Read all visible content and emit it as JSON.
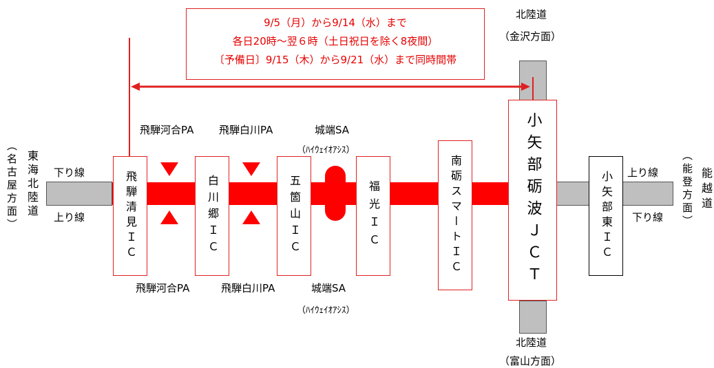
{
  "notice": {
    "line1": "9/5（月）から9/14（水）まで",
    "line2": "各日20時～翌６時（土日祝日を除く8夜間）",
    "line3": "〔予備日〕9/15（木）から9/21（水）まで同時間帯"
  },
  "roads": {
    "west_dir": "（名古屋方面）",
    "west_name": "東海北陸道",
    "west_down": "下り線",
    "west_up": "上り線",
    "east_dir": "（能登方面）",
    "east_name": "能越道",
    "east_up": "上り線",
    "east_down": "下り線",
    "north_name": "北陸道",
    "north_dir": "（金沢方面）",
    "south_name": "北陸道",
    "south_dir": "（富山方面）"
  },
  "interchanges": {
    "hida_kiyomi": "飛騨清見ＩＣ",
    "shirakawago": "白川郷ＩＣ",
    "gokayama": "五箇山ＩＣ",
    "fukumitsu": "福光ＩＣ",
    "nanto_smart": "南砺スマートＩＣ",
    "oyabe_tonami": "小矢部砺波ＪＣＴ",
    "oyabe_higashi": "小矢部東ＩＣ"
  },
  "service_areas": {
    "hida_kawai_top": "飛騨河合PA",
    "hida_shirakawa_top": "飛騨白川PA",
    "jouhana_top": "城端SA",
    "highway_oasis_top": "（ﾊｲｳｪｲｵｱｼｽ）",
    "hida_kawai_bottom": "飛騨河合PA",
    "hida_shirakawa_bottom": "飛騨白川PA",
    "jouhana_bottom": "城端SA",
    "highway_oasis_bottom": "（ﾊｲｳｪｲｵｱｼｽ）"
  },
  "colors": {
    "closure": "#ff0000",
    "road": "#bfbfbf",
    "notice_text": "#e60000"
  }
}
